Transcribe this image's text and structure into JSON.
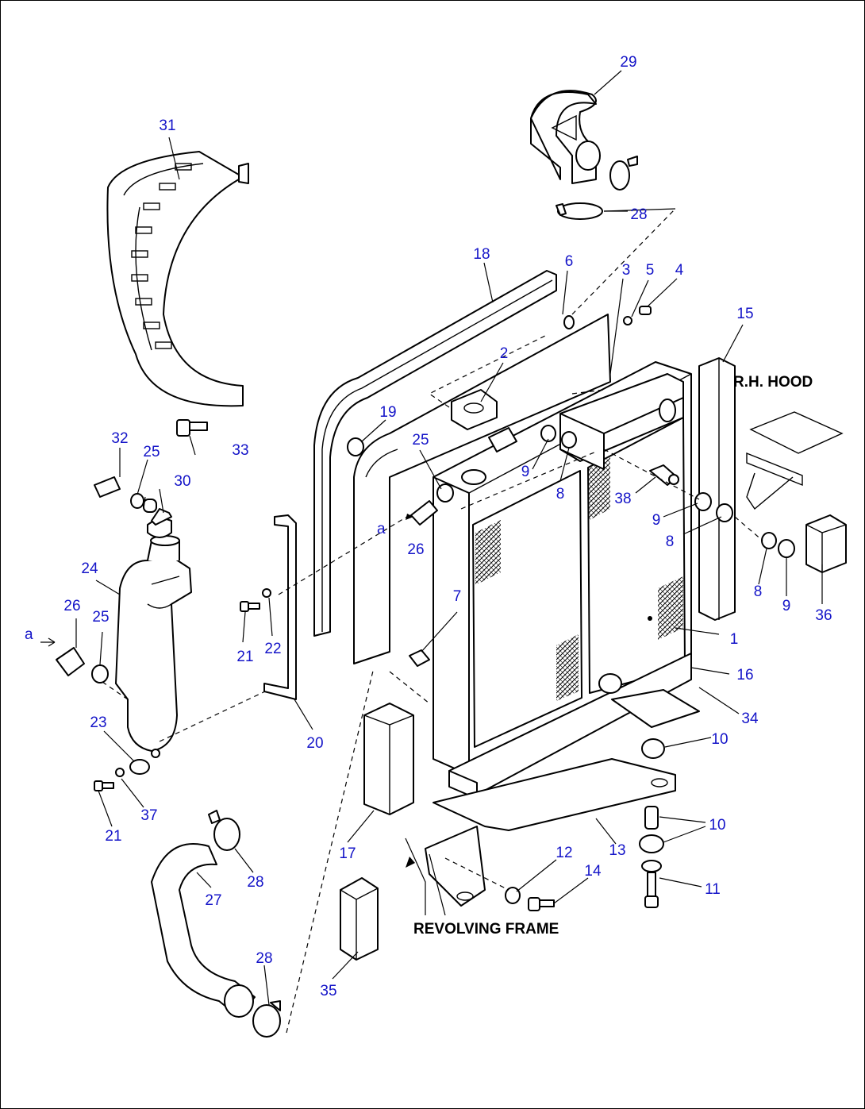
{
  "labels": {
    "rh_hood": "R.H. HOOD",
    "revolving_frame": "REVOLVING FRAME",
    "connector": "a"
  },
  "callouts": [
    "1",
    "2",
    "3",
    "4",
    "5",
    "6",
    "7",
    "8",
    "9",
    "10",
    "11",
    "12",
    "13",
    "14",
    "15",
    "16",
    "17",
    "18",
    "19",
    "20",
    "21",
    "22",
    "23",
    "24",
    "25",
    "26",
    "27",
    "28",
    "29",
    "30",
    "31",
    "32",
    "33",
    "34",
    "35",
    "36",
    "37",
    "38"
  ],
  "colors": {
    "callout": "#1414c8",
    "line": "#000000"
  }
}
